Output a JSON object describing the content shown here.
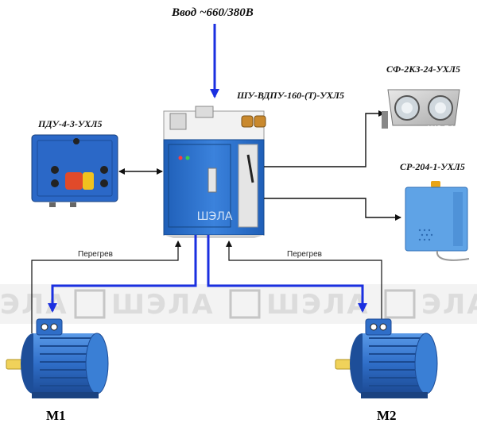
{
  "input_label": "Ввод ~660/380В",
  "devices": {
    "main": "ШУ-ВДПУ-160-(Т)-УХЛ5",
    "panel": "ПДУ-4-3-УХЛ5",
    "lamp": "СФ-2КЗ-24-УХЛ5",
    "siren": "СР-204-1-УХЛ5"
  },
  "wires": {
    "overheat_left": "Перегрев",
    "overheat_right": "Перегрев"
  },
  "motors": {
    "m1": "М1",
    "m2": "М2"
  },
  "watermark": {
    "brand": "ШЭЛА",
    "short": "ЭЛА"
  },
  "colors": {
    "power_line": "#1a2fe0",
    "signal_line": "#111111",
    "device_blue": "#2a6fd0",
    "motor_blue": "#2f6ec8"
  }
}
